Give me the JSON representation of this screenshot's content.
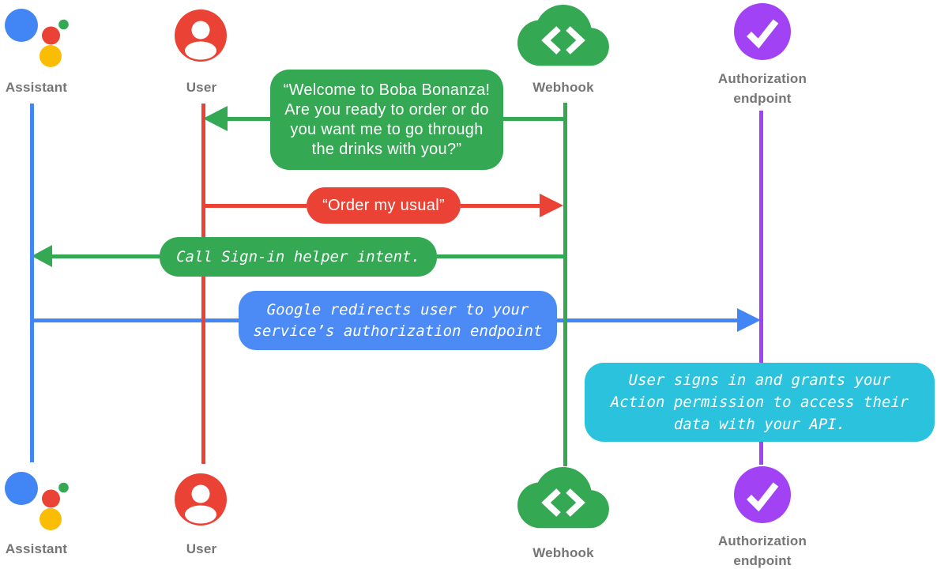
{
  "colors": {
    "blue": "#4285F4",
    "blue_box": "#4C8BF5",
    "red": "#EA4335",
    "green": "#34A853",
    "yellow": "#FBBC04",
    "purple": "#A142F4",
    "cyan": "#2BC2DD",
    "label_gray": "#757575",
    "background": "#FFFFFF"
  },
  "actors": {
    "assistant": {
      "label": "Assistant",
      "color": "#4285F4"
    },
    "user": {
      "label": "User",
      "color": "#EA4335"
    },
    "webhook": {
      "label": "Webhook",
      "color": "#34A853"
    },
    "auth": {
      "label": "Authorization endpoint",
      "color": "#A142F4"
    }
  },
  "icons": {
    "assistant": "google-assistant-logo-icon",
    "user": "person-icon",
    "webhook": "cloud-code-icon",
    "auth": "checkmark-circle-icon"
  },
  "messages": {
    "welcome": {
      "from": "webhook",
      "to": "user",
      "style": "speech",
      "lines": [
        "“Welcome to Boba Bonanza!",
        "Are you ready to order or do",
        "you want me to go through",
        "the drinks with you?”"
      ]
    },
    "order": {
      "from": "user",
      "to": "webhook",
      "style": "speech",
      "text": "“Order my usual”"
    },
    "signin": {
      "from": "webhook",
      "to": "assistant",
      "style": "system",
      "text": "Call Sign-in helper intent."
    },
    "redirect": {
      "from": "assistant",
      "to": "auth",
      "style": "system",
      "lines": [
        "Google redirects user to your",
        "service’s authorization endpoint"
      ]
    },
    "grant": {
      "at": "auth",
      "style": "system-note",
      "lines": [
        "User signs in and grants your",
        "Action permission to access their",
        "data with your API."
      ]
    }
  }
}
